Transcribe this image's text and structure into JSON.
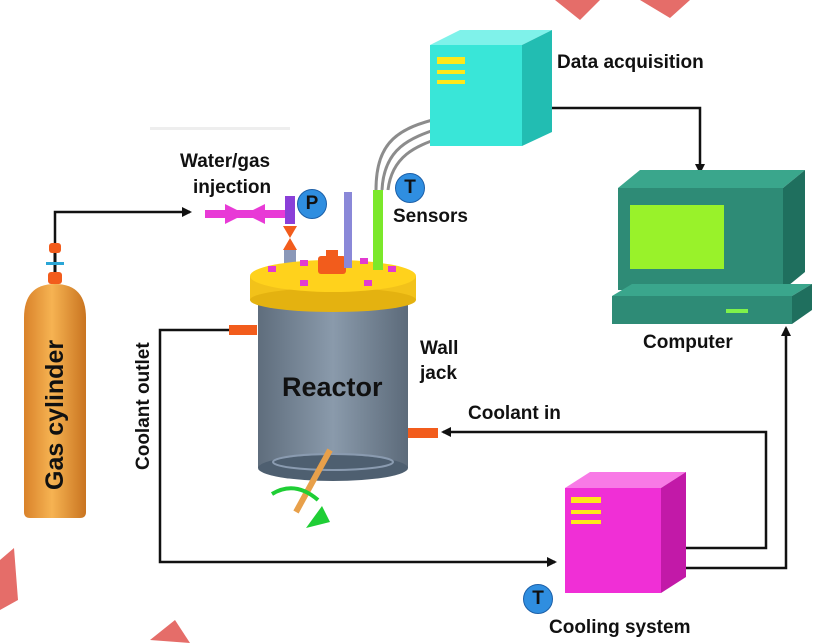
{
  "labels": {
    "data_acquisition": "Data acquisition",
    "water_gas_injection_line1": "Water/gas",
    "water_gas_injection_line2": "injection",
    "sensors": "Sensors",
    "computer": "Computer",
    "wall_jack_line1": "Wall",
    "wall_jack_line2": "jack",
    "reactor": "Reactor",
    "coolant_in": "Coolant in",
    "coolant_outlet": "Coolant outlet",
    "gas_cylinder": "Gas cylinder",
    "cooling_system": "Cooling system"
  },
  "badges": {
    "pressure": "P",
    "temperature_sensor": "T",
    "temperature_cooling": "T"
  },
  "colors": {
    "data_acquisition_box": "#39e6d8",
    "computer_body": "#2e8b76",
    "computer_screen": "#99f22a",
    "cooling_system_box": "#f02fd6",
    "reactor_lid": "#ffd21c",
    "reactor_body": "#5b6e82",
    "gas_cylinder": "#f3a640",
    "badge_blue": "#2f8ee0",
    "pipe_orange": "#f25c1c",
    "stirrer_arrow": "#1fce35",
    "injection_magenta": "#e83ad6"
  }
}
